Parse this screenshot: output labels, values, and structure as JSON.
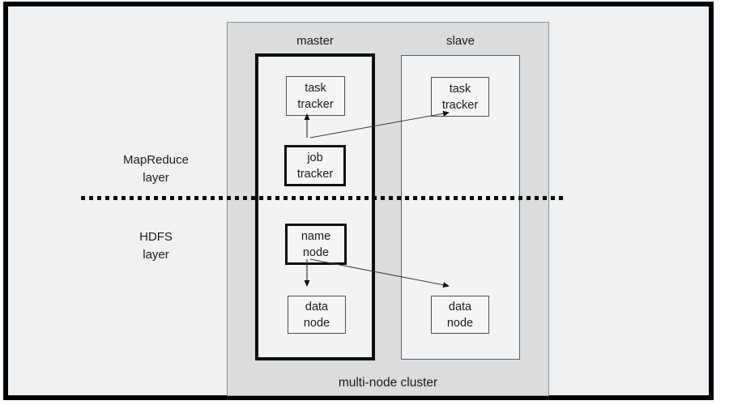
{
  "layers": [
    {
      "line1": "MapReduce",
      "line2": "layer"
    },
    {
      "line1": "HDFS",
      "line2": "layer"
    }
  ],
  "cluster": {
    "caption": "multi-node cluster",
    "columns": [
      {
        "label": "master"
      },
      {
        "label": "slave"
      }
    ]
  },
  "nodes": [
    {
      "id": "master-task-tracker",
      "line1": "task",
      "line2": "tracker"
    },
    {
      "id": "master-job-tracker",
      "line1": "job",
      "line2": "tracker"
    },
    {
      "id": "master-name-node",
      "line1": "name",
      "line2": "node"
    },
    {
      "id": "master-data-node",
      "line1": "data",
      "line2": "node"
    },
    {
      "id": "slave-task-tracker",
      "line1": "task",
      "line2": "tracker"
    },
    {
      "id": "slave-data-node",
      "line1": "data",
      "line2": "node"
    }
  ],
  "colors": {
    "frame_border": "#000000",
    "canvas_bg": "#f0f1f3",
    "cluster_bg": "#dcdcdc",
    "cluster_border": "#8f8f8f",
    "machine_bg": "#f2f3f5",
    "node_border_thin": "#4f4f4f",
    "node_border_thick": "#0f0f0f",
    "divider": "#0b0b0b",
    "arrow": "#3d3d3d",
    "text": "#1c1c1c"
  }
}
